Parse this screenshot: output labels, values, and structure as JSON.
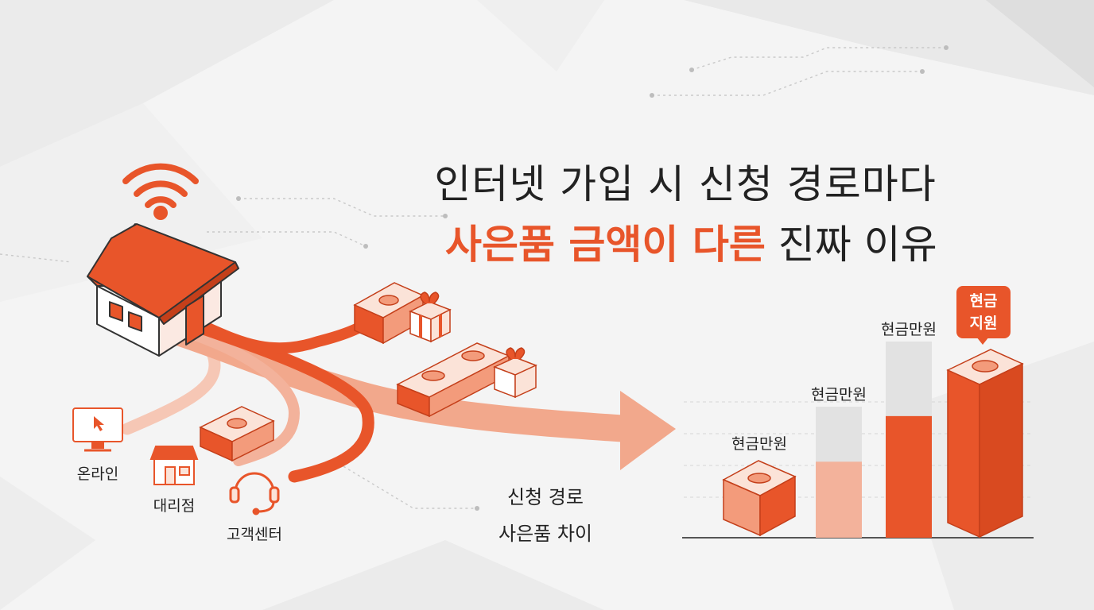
{
  "title": {
    "line1": "인터넷 가입 시 신청 경로마다",
    "line2_highlight": "사은품 금액이 다른",
    "line2_rest": "진짜 이유"
  },
  "channels": [
    {
      "label": "온라인",
      "icon": "monitor-icon"
    },
    {
      "label": "대리점",
      "icon": "store-icon"
    },
    {
      "label": "고객센터",
      "icon": "headset-icon"
    }
  ],
  "caption": {
    "line1": "신청 경로",
    "line2": "사은품 차이"
  },
  "bars": [
    {
      "label": "현금만원",
      "fill_fraction": 0.0,
      "style": "cash-stack"
    },
    {
      "label": "현금만원",
      "fill_fraction": 0.58,
      "style": "light"
    },
    {
      "label": "현금만원",
      "fill_fraction": 0.62,
      "style": "dark"
    }
  ],
  "tag": {
    "line1": "현금",
    "line2": "지원"
  },
  "colors": {
    "accent": "#e8552a",
    "accent_light": "#f3b29b",
    "bar_bg": "#e2e2e2",
    "text": "#222222"
  }
}
